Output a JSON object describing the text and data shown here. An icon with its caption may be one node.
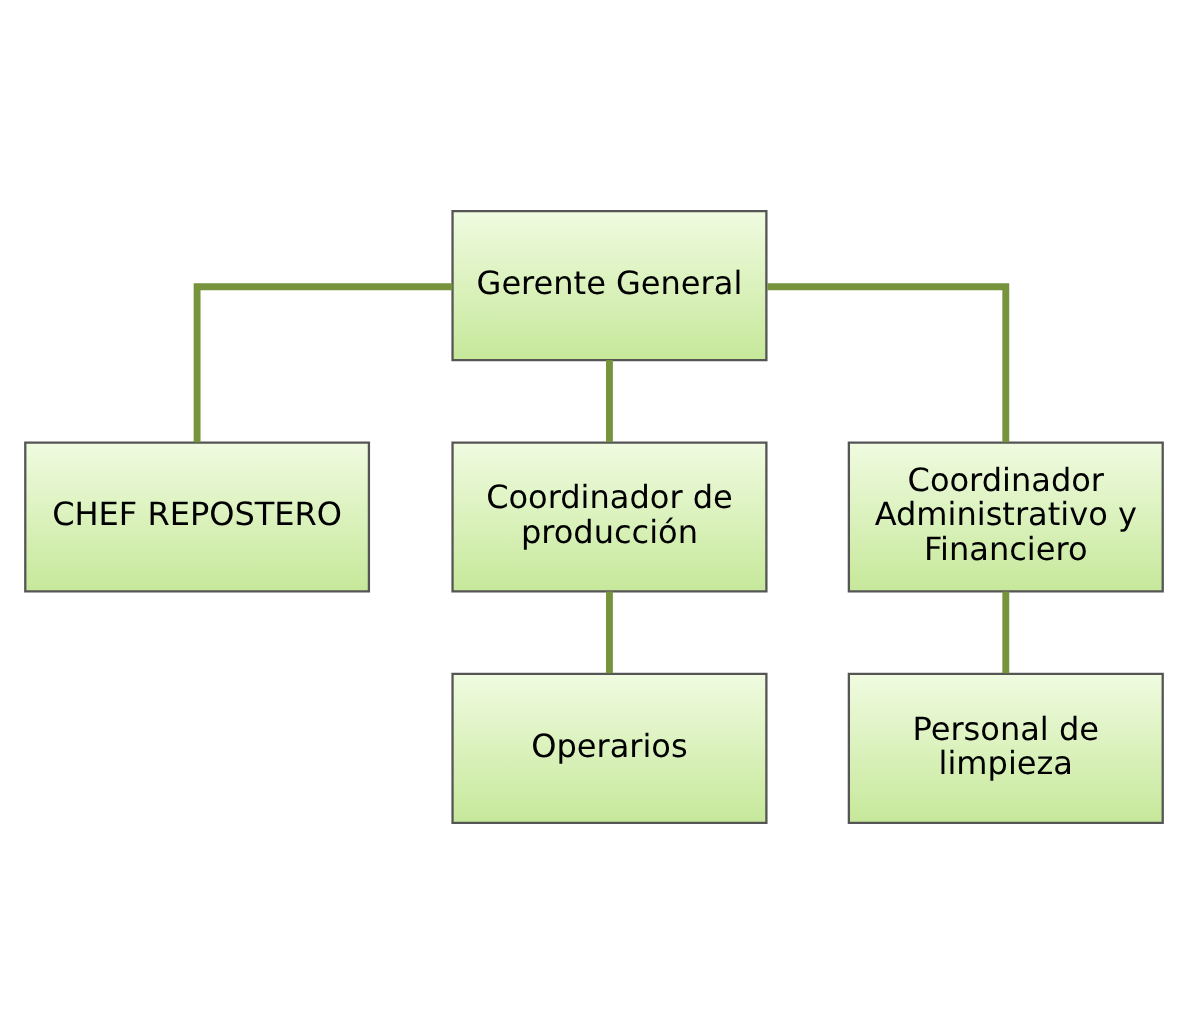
{
  "diagram": {
    "nodes": [
      {
        "text": [
          "Gerente General"
        ]
      },
      {
        "text": [
          "CHEF REPOSTERO"
        ]
      },
      {
        "text": [
          "Coordinador de producción"
        ]
      },
      {
        "text": [
          "Coordinador Administrativo y Financiero"
        ]
      },
      {
        "text": [
          "Operarios"
        ]
      },
      {
        "text": [
          "Personal de limpieza"
        ]
      }
    ],
    "edges": [
      {
        "from": 0,
        "to": 1,
        "arrow": "none"
      },
      {
        "from": 0,
        "to": 2,
        "arrow": "none"
      },
      {
        "from": 0,
        "to": 3,
        "arrow": "none"
      },
      {
        "from": 2,
        "to": 4,
        "arrow": "none"
      },
      {
        "from": 3,
        "to": 5,
        "arrow": "none"
      }
    ]
  }
}
